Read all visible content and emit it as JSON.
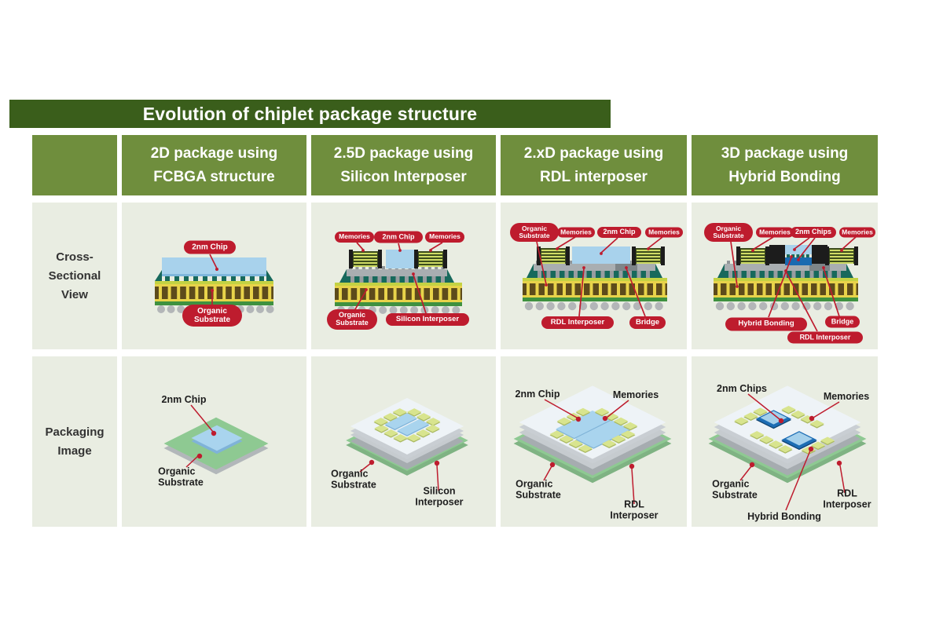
{
  "title": "Evolution of chiplet package structure",
  "row_labels": {
    "cross_section": "Cross-\nSectional\nView",
    "packaging": "Packaging\nImage"
  },
  "columns": [
    {
      "header": "2D package using\nFCBGA structure",
      "cross_section": {
        "chip": "2nm Chip",
        "substrate": "Organic\nSubstrate"
      },
      "packaging": {
        "chip": "2nm Chip",
        "substrate": "Organic\nSubstrate"
      }
    },
    {
      "header": "2.5D package using\nSilicon Interposer",
      "cross_section": {
        "mem_left": "Memories",
        "chip": "2nm Chip",
        "mem_right": "Memories",
        "substrate": "Organic\nSubstrate",
        "interposer": "Silicon Interposer"
      },
      "packaging": {
        "substrate": "Organic\nSubstrate",
        "interposer": "Silicon Interposer"
      }
    },
    {
      "header": "2.xD package using\nRDL interposer",
      "cross_section": {
        "substrate": "Organic\nSubstrate",
        "mem_left": "Memories",
        "chip": "2nm Chip",
        "mem_right": "Memories",
        "interposer": "RDL Interposer",
        "bridge": "Bridge"
      },
      "packaging": {
        "chip": "2nm Chip",
        "memories": "Memories",
        "substrate": "Organic\nSubstrate",
        "interposer": "RDL Interposer"
      }
    },
    {
      "header": "3D package using\nHybrid Bonding",
      "cross_section": {
        "substrate": "Organic\nSubstrate",
        "mem_left": "Memories",
        "chip": "2nm Chips",
        "mem_right": "Memories",
        "bonding": "Hybrid Bonding",
        "bridge": "Bridge",
        "interposer": "RDL Interposer"
      },
      "packaging": {
        "chip": "2nm Chips",
        "memories": "Memories",
        "substrate": "Organic\nSubstrate",
        "interposer": "RDL Interposer",
        "bonding": "Hybrid Bonding"
      }
    }
  ],
  "colors": {
    "title_bar_green": "#3a5e1b",
    "header_olive": "#6f8e3d",
    "cell_background": "#e9ede2",
    "label_red": "#be1c2e",
    "chip_blue": "#a8d2ec",
    "dark_chip_blue": "#1d6db4",
    "substrate_brown": "#5d4b1b",
    "via_yellow": "#e8d34a",
    "pcb_green": "#3f9140",
    "package_green": "#8ec992",
    "interposer_grey": "#a9aeb1",
    "memory_chip_yellow_green": "#d8e48e"
  }
}
